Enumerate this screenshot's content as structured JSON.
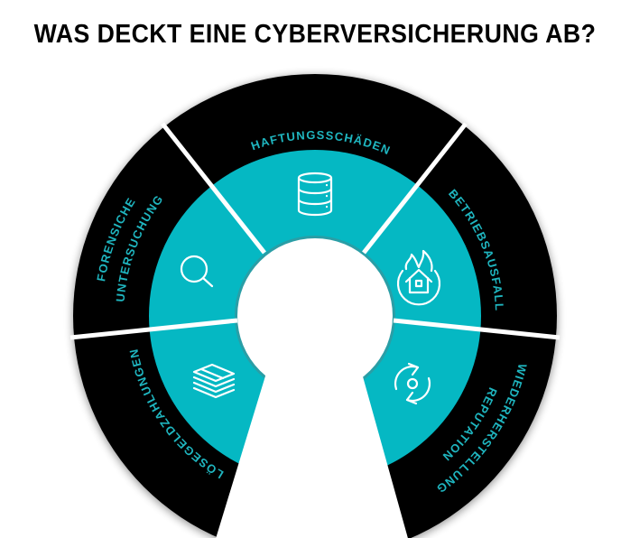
{
  "title": "WAS DECKT EINE CYBERVERSICHERUNG AB?",
  "colors": {
    "accent": "#05b8c3",
    "ring": "#000000",
    "label": "#1fb6c0"
  },
  "segments": [
    {
      "label": "HAFTUNGSSCHÄDEN",
      "icon": "database-icon"
    },
    {
      "label": "BETRIEBSAUSFALL",
      "icon": "house-fire-icon"
    },
    {
      "label_line1": "WIEDERHERSTELLUNG",
      "label_line2": "REPUTATION",
      "icon": "refresh-icon"
    },
    {
      "label": "LÖSEGELDZAHLUNGEN",
      "icon": "money-stack-icon"
    },
    {
      "label_line1": "FORENSICHE",
      "label_line2": "UNTERSUCHUNG",
      "icon": "search-icon"
    }
  ]
}
